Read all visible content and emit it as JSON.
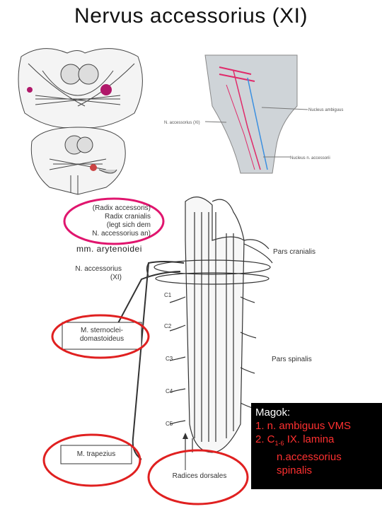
{
  "title": "Nervus accessorius (XI)",
  "top_right": {
    "nucleus_ambiguus": "Nucleus ambiguus",
    "n_accessorius": "N. accessorius (XI)",
    "nucleus_n_accessorii": "Nucleus n. accessorii"
  },
  "radix_box": {
    "line1": "(Radix accessoris)",
    "line2": "Radix cranialis",
    "line3": "(legt sich dem",
    "line4": "N. accessorius an)"
  },
  "mm_arytenoidei": "mm. arytenoidei",
  "n_accessorius_label": {
    "line1": "N. accessorius",
    "line2": "(XI)"
  },
  "pars_cranialis": "Pars cranialis",
  "pars_spinalis": "Pars spinalis",
  "scm_box": {
    "line1": "M. sternoclei-",
    "line2": "domastoideus"
  },
  "trapezius_box": "M. trapezius",
  "radices_dorsales": "Radices dorsales",
  "segments": [
    "C1",
    "C2",
    "C3",
    "C4",
    "C5"
  ],
  "legend": {
    "heading": "Magok:",
    "item1": "1.  n. ambiguus VMS",
    "item2_prefix": "2.   C",
    "item2_sub": "1-6",
    "item2_suffix": " IX. lamina",
    "item2_line2": "n.accessorius",
    "item2_line3": "spinalis"
  },
  "colors": {
    "highlight": "#e0156e",
    "ellipse_red": "#e02020",
    "legend_red": "#ff3030"
  }
}
